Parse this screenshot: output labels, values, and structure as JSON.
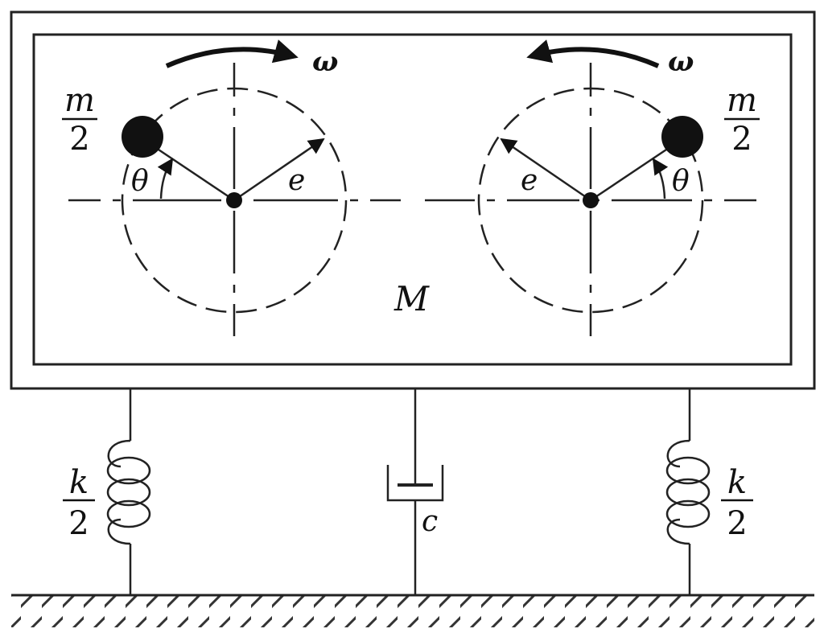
{
  "labels": {
    "mass_total": "M",
    "omega_left": "ω",
    "omega_right": "ω",
    "mass_left_num": "m",
    "mass_left_den": "2",
    "mass_right_num": "m",
    "mass_right_den": "2",
    "theta_left": "θ",
    "theta_right": "θ",
    "ecc_left": "e",
    "ecc_right": "e",
    "spring_left_num": "k",
    "spring_left_den": "2",
    "spring_right_num": "k",
    "spring_right_den": "2",
    "damper": "c"
  }
}
